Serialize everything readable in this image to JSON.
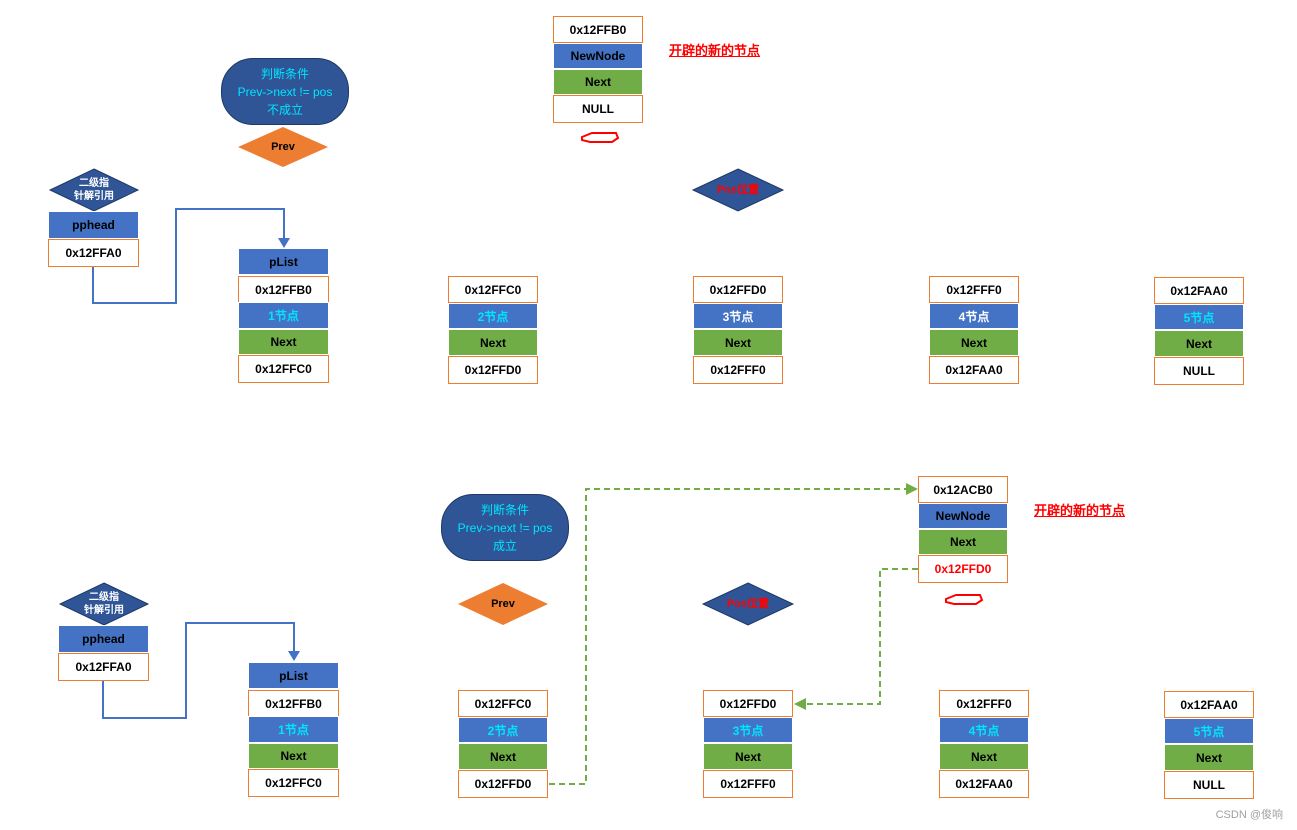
{
  "top": {
    "new_node": {
      "addr": "0x12FFB0",
      "name": "NewNode",
      "next": "Next",
      "val": "NULL"
    },
    "new_node_note": "开辟的新的节点",
    "condition": [
      "判断条件",
      "Prev->next != pos",
      "不成立"
    ],
    "prev_label": "Prev",
    "pos_label": "Pos位置",
    "double_ptr": [
      "二级指",
      "针解引用"
    ],
    "pphead": {
      "name": "pphead",
      "addr": "0x12FFA0"
    },
    "plist": "pList",
    "nodes": [
      {
        "addr": "0x12FFB0",
        "name": "1节点",
        "next": "Next",
        "val": "0x12FFC0"
      },
      {
        "addr": "0x12FFC0",
        "name": "2节点",
        "next": "Next",
        "val": "0x12FFD0"
      },
      {
        "addr": "0x12FFD0",
        "name": "3节点",
        "next": "Next",
        "val": "0x12FFF0"
      },
      {
        "addr": "0x12FFF0",
        "name": "4节点",
        "next": "Next",
        "val": "0x12FAA0"
      },
      {
        "addr": "0x12FAA0",
        "name": "5节点",
        "next": "Next",
        "val": "NULL"
      }
    ]
  },
  "bottom": {
    "new_node": {
      "addr": "0x12ACB0",
      "name": "NewNode",
      "next": "Next",
      "val": "0x12FFD0"
    },
    "new_node_note": "开辟的新的节点",
    "condition": [
      "判断条件",
      "Prev->next != pos",
      "成立"
    ],
    "prev_label": "Prev",
    "pos_label": "Pos位置",
    "double_ptr": [
      "二级指",
      "针解引用"
    ],
    "pphead": {
      "name": "pphead",
      "addr": "0x12FFA0"
    },
    "plist": "pList",
    "nodes": [
      {
        "addr": "0x12FFB0",
        "name": "1节点",
        "next": "Next",
        "val": "0x12FFC0"
      },
      {
        "addr": "0x12FFC0",
        "name": "2节点",
        "next": "Next",
        "val": "0x12FFD0"
      },
      {
        "addr": "0x12FFD0",
        "name": "3节点",
        "next": "Next",
        "val": "0x12FFF0"
      },
      {
        "addr": "0x12FFF0",
        "name": "4节点",
        "next": "Next",
        "val": "0x12FAA0"
      },
      {
        "addr": "0x12FAA0",
        "name": "5节点",
        "next": "Next",
        "val": "NULL"
      }
    ]
  },
  "watermark": "CSDN @俊响",
  "colors": {
    "blue": "#4472c4",
    "green": "#70ad47",
    "orange": "#ed7d31",
    "dark_blue": "#2f5597",
    "red": "#ff0000",
    "cyan": "#00e5ff"
  }
}
